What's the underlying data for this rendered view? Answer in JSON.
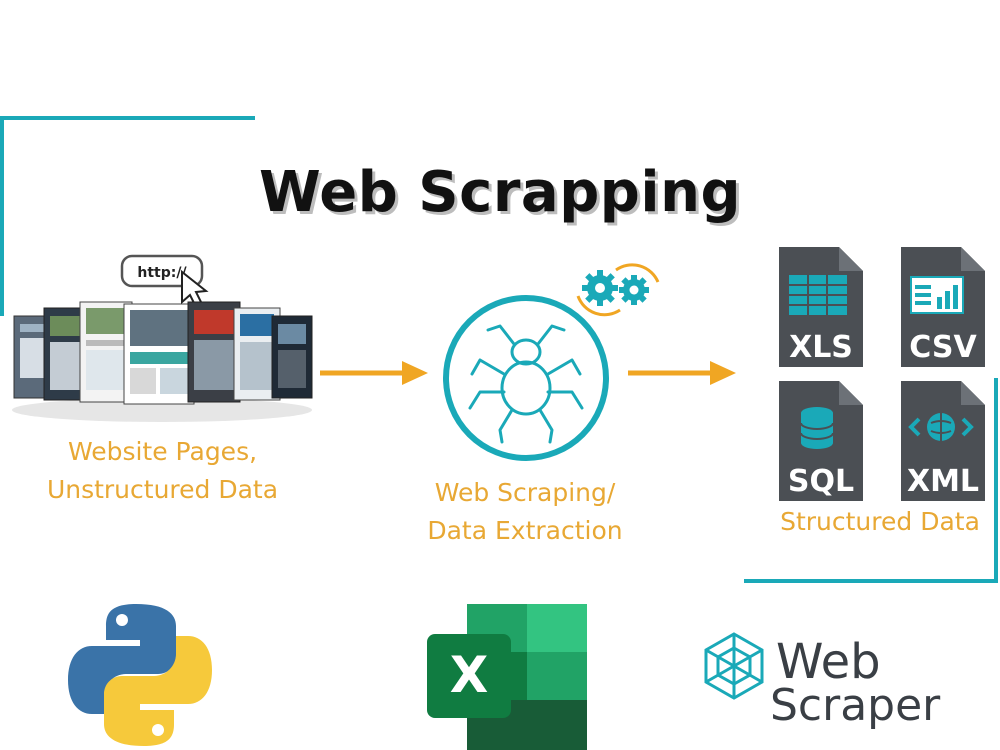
{
  "title": "Web Scrapping",
  "url_bubble": "http://",
  "captions": {
    "source": [
      "Website Pages,",
      "Unstructured Data"
    ],
    "process": [
      "Web Scraping/",
      "Data Extraction"
    ],
    "output": "Structured Data"
  },
  "files": [
    "XLS",
    "CSV",
    "SQL",
    "XML"
  ],
  "excel_letter": "X",
  "webscraper_logo": [
    "Web",
    "Scraper"
  ],
  "colors": {
    "accent": "#1aa9b8",
    "caption": "#e8a834",
    "arrow": "#f0a623",
    "file": "#4b4f54"
  }
}
